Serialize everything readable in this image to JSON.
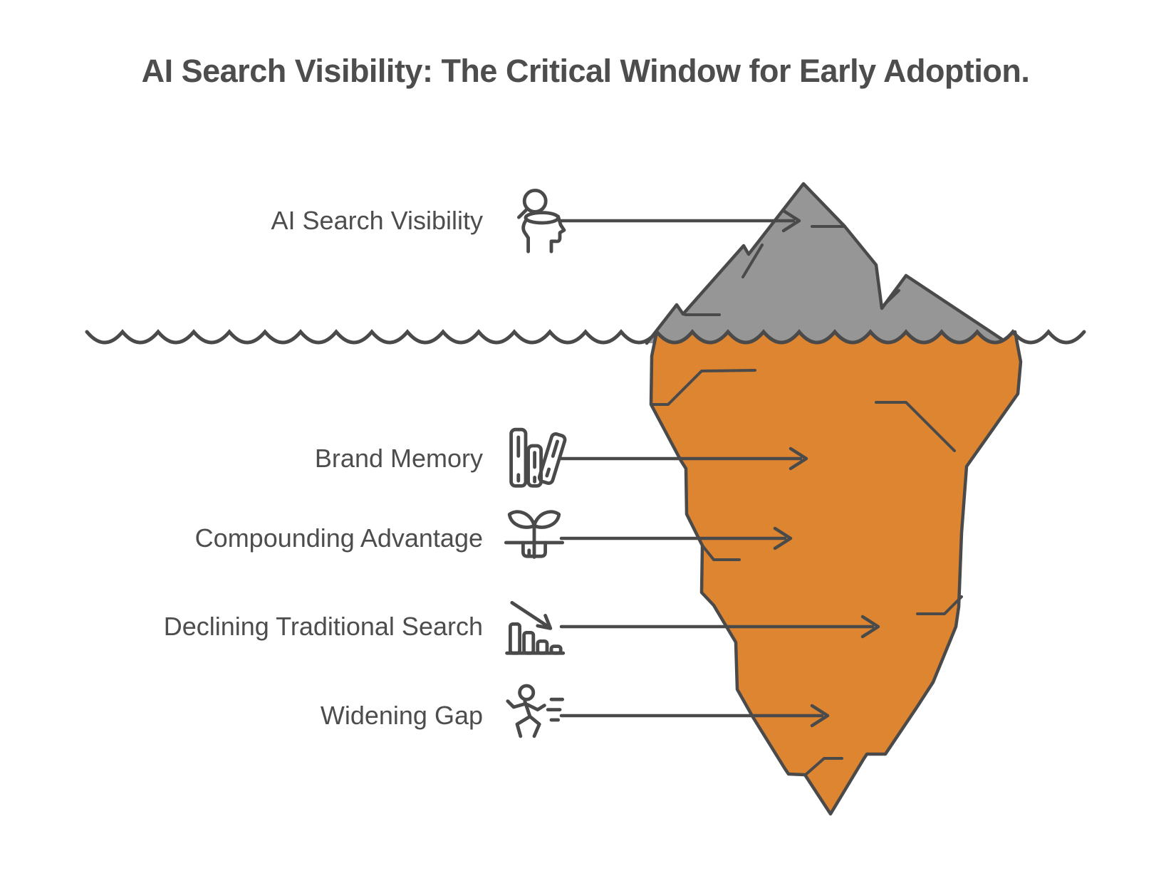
{
  "title": "AI Search Visibility: The Critical Window for Early Adoption.",
  "labels": [
    {
      "label": "AI Search Visibility",
      "icon": "head-search-icon"
    },
    {
      "label": "Brand Memory",
      "icon": "books-icon"
    },
    {
      "label": "Compounding Advantage",
      "icon": "sprout-icon"
    },
    {
      "label": "Declining Traditional Search",
      "icon": "declining-bar-chart-icon"
    },
    {
      "label": "Widening Gap",
      "icon": "runner-icon"
    }
  ],
  "colors": {
    "above_water_fill": "#969696",
    "below_water_fill": "#de8531",
    "outline": "#4a4a4a",
    "text": "#4d4d4d",
    "background": "#ffffff"
  }
}
